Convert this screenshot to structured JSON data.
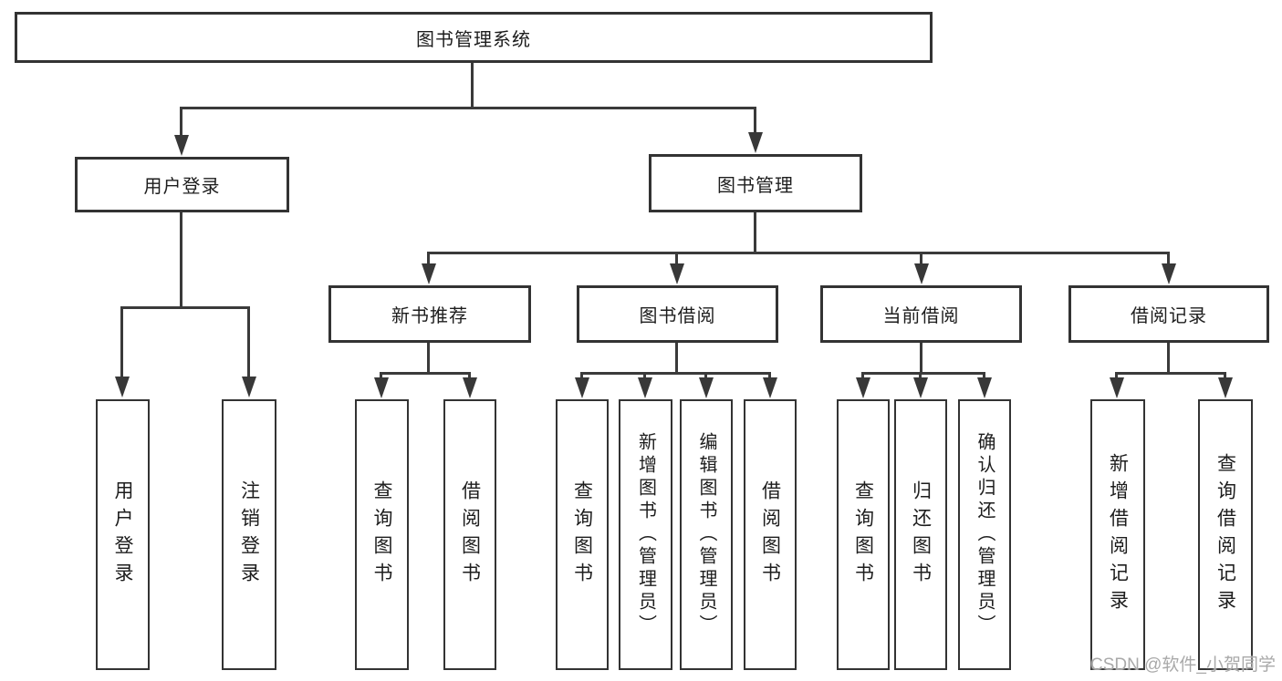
{
  "diagram": {
    "title_hint": "functional structure tree",
    "colors": {
      "line": "#3a3a3a",
      "box_border": "#333333",
      "background": "#ffffff",
      "text": "#1d1d1d",
      "watermark": "#a9a9a9"
    },
    "root": {
      "label": "图书管理系统"
    },
    "branches": [
      {
        "label": "用户登录",
        "children": [
          {
            "label": "用户登录"
          },
          {
            "label": "注销登录"
          }
        ]
      },
      {
        "label": "图书管理",
        "children": [
          {
            "label": "新书推荐",
            "children": [
              {
                "label": "查询图书"
              },
              {
                "label": "借阅图书"
              }
            ]
          },
          {
            "label": "图书借阅",
            "children": [
              {
                "label": "查询图书"
              },
              {
                "label": "新增图书（管理员）"
              },
              {
                "label": "编辑图书（管理员）"
              },
              {
                "label": "借阅图书"
              }
            ]
          },
          {
            "label": "当前借阅",
            "children": [
              {
                "label": "查询图书"
              },
              {
                "label": "归还图书"
              },
              {
                "label": "确认归还（管理员）"
              }
            ]
          },
          {
            "label": "借阅记录",
            "children": [
              {
                "label": "新增借阅记录"
              },
              {
                "label": "查询借阅记录"
              }
            ]
          }
        ]
      }
    ],
    "watermark": "CSDN @软件_小贺同学"
  }
}
